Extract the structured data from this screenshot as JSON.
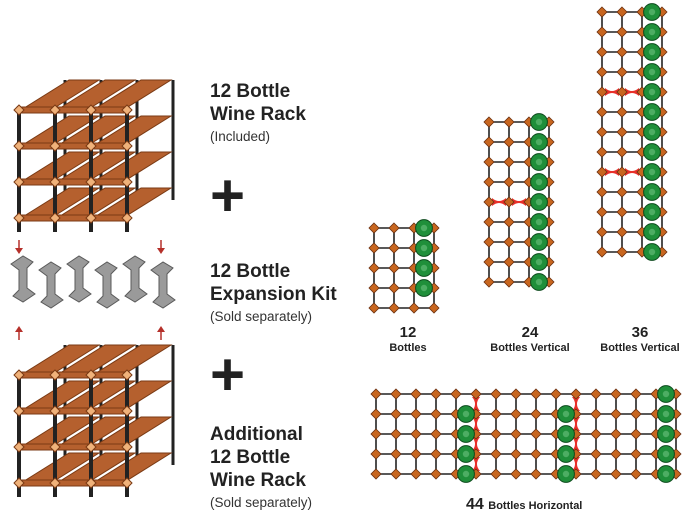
{
  "left": {
    "rack1": {
      "title_line1": "12 Bottle",
      "title_line2": "Wine Rack",
      "note": "(Included)"
    },
    "kit": {
      "title_line1": "12 Bottle",
      "title_line2": "Expansion Kit",
      "note": "(Sold separately)"
    },
    "rack2": {
      "title_line1": "Additional",
      "title_line2": "12 Bottle",
      "title_line3": "Wine Rack",
      "note": "(Sold separately)"
    },
    "plus": "+"
  },
  "configs": {
    "c12": {
      "number": "12",
      "word": "Bottles"
    },
    "c24": {
      "number": "24",
      "word": "Bottles Vertical"
    },
    "c36": {
      "number": "36",
      "word": "Bottles Vertical"
    },
    "c44": {
      "number": "44",
      "word": "Bottles Horizontal"
    }
  },
  "colors": {
    "wood": "#b5602e",
    "frame": "#222222",
    "bottle": "#1f8f3a",
    "connector": "#e8302a",
    "node": "#c8661f",
    "kit": "#9a9a9a"
  }
}
